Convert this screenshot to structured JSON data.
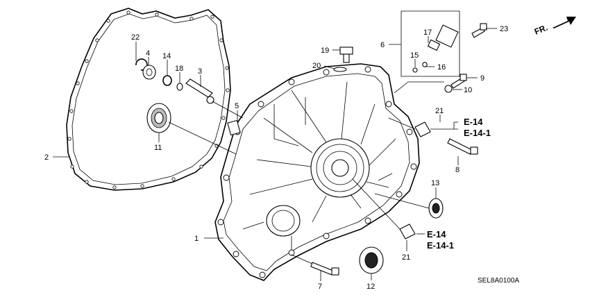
{
  "diagram": {
    "part_labels": {
      "p1": "1",
      "p2": "2",
      "p3": "3",
      "p4": "4",
      "p5": "5",
      "p6": "6",
      "p7": "7",
      "p8": "8",
      "p9": "9",
      "p10": "10",
      "p11": "11",
      "p12": "12",
      "p13": "13",
      "p14": "14",
      "p15": "15",
      "p16": "16",
      "p17": "17",
      "p18": "18",
      "p19": "19",
      "p20": "20",
      "p21a": "21",
      "p21b": "21",
      "p22": "22",
      "p23": "23"
    },
    "refs": {
      "upper_e14": "E-14",
      "upper_e141": "E-14-1",
      "lower_e14": "E-14",
      "lower_e141": "E-14-1"
    },
    "front_arrow": "FR.",
    "diagram_code": "SEL8A0100A"
  }
}
